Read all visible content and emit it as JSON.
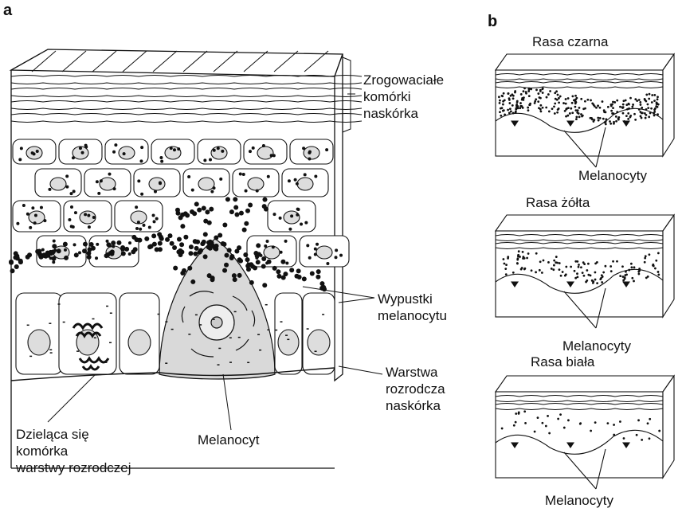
{
  "panel_a": {
    "letter": "a",
    "labels": {
      "stratum_corneum": [
        "Zrogowaciałe",
        "komórki",
        "naskórka"
      ],
      "melanocyte_processes": [
        "Wypustki",
        "melanocytu"
      ],
      "basal_layer": [
        "Warstwa",
        "rozrodcza",
        "naskórka"
      ],
      "dividing_cell": [
        "Dzieląca się",
        "komórka",
        "warstwy rozrodczej"
      ],
      "melanocyte": "Melanocyt"
    }
  },
  "panel_b": {
    "letter": "b",
    "blocks": [
      {
        "title": "Rasa czarna",
        "caption": "Melanocyty",
        "pigment": "dense"
      },
      {
        "title": "Rasa żółta",
        "caption": "Melanocyty",
        "pigment": "medium"
      },
      {
        "title": "Rasa biała",
        "caption": "Melanocyty",
        "pigment": "sparse"
      }
    ]
  },
  "colors": {
    "ink": "#111111",
    "melanocyte_fill": "#d9d9d9",
    "cell_fill": "#ffffff"
  }
}
